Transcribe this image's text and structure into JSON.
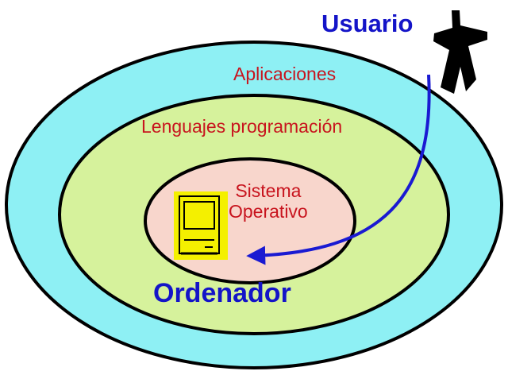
{
  "labels": {
    "user": "Usuario",
    "applications": "Aplicaciones",
    "languages": "Lenguajes programación",
    "os_line1": "Sistema",
    "os_line2": "Operativo",
    "computer": "Ordenador"
  },
  "colors": {
    "outer_ring": "#8ef0f4",
    "middle_ring": "#d6f29c",
    "inner_core": "#f8d6cc",
    "ring_stroke": "#000000",
    "label_red": "#c8141e",
    "label_blue": "#1414c8",
    "arrow": "#1a1ad2",
    "computer_icon_bg": "#f4f000"
  },
  "icons": {
    "user": "person-silhouette-icon",
    "computer": "computer-icon"
  }
}
